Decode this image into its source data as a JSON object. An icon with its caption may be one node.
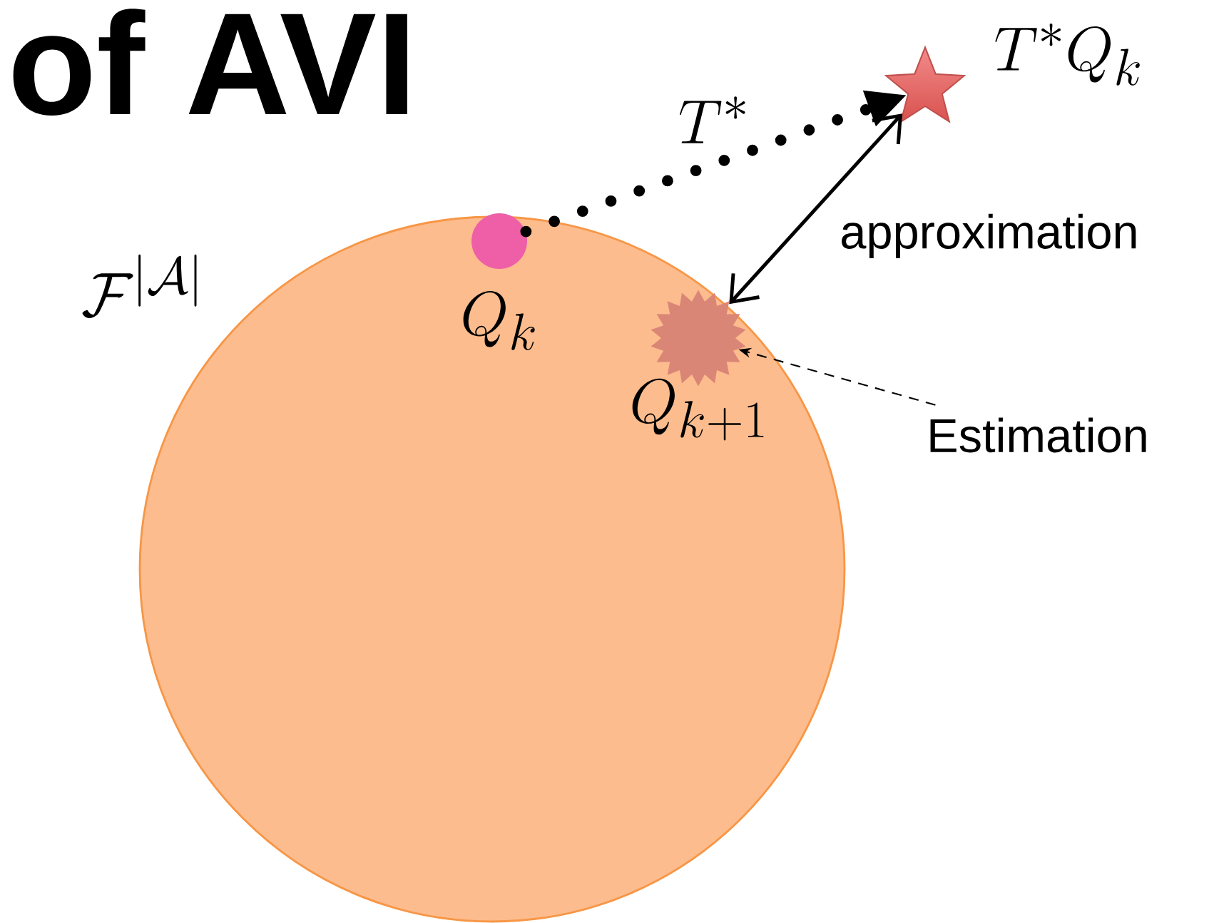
{
  "diagram": {
    "title": "of AVI",
    "nodes": [
      {
        "text": [],
        "shape": "circle"
      },
      {
        "text": [],
        "shape": "circle",
        "in": 0,
        "beside": [
          "Q_k"
        ]
      },
      {
        "text": [],
        "shape": "star",
        "beside": [
          "T^*Q_k"
        ]
      },
      {
        "text": [],
        "shape": "starburst",
        "in": 0,
        "beside": [
          "Q_{k+1}"
        ]
      },
      {
        "text": [
          "Estimation"
        ]
      }
    ],
    "edges": [
      {
        "from": 1,
        "to": 2,
        "arrow": "to",
        "style": "dashed",
        "label": "T^*"
      },
      {
        "from": 2,
        "to": 3,
        "arrow": "both",
        "label": "approximation"
      },
      {
        "from": 4,
        "to": 3,
        "arrow": "to",
        "style": "dashed"
      }
    ],
    "labels": [
      "\\mathcal{F}^{|\\mathcal{A}|}"
    ]
  }
}
